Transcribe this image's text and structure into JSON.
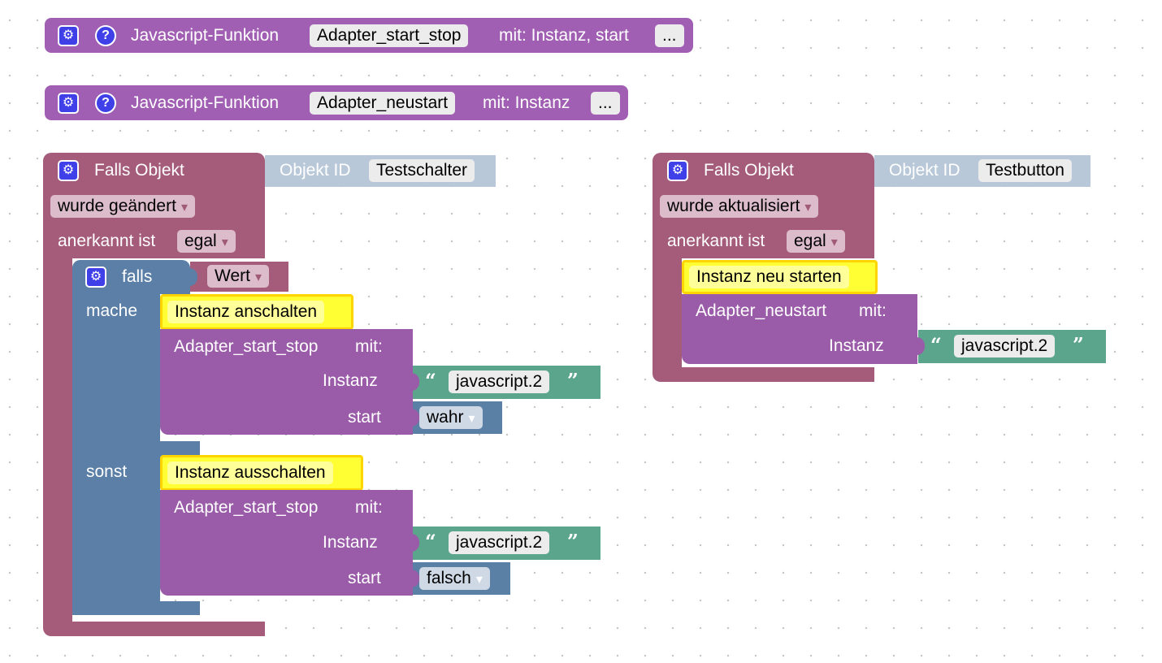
{
  "function_blocks": [
    {
      "prefix": "Javascript-Funktion",
      "name": "Adapter_start_stop",
      "suffix": "mit: Instanz, start",
      "more": "..."
    },
    {
      "prefix": "Javascript-Funktion",
      "name": "Adapter_neustart",
      "suffix": "mit: Instanz",
      "more": "..."
    }
  ],
  "left_event": {
    "title": "Falls Objekt",
    "objekt_label": "Objekt ID",
    "objekt_value": "Testschalter",
    "trigger": "wurde geändert",
    "ack_label": "anerkannt ist",
    "ack_value": "egal",
    "if_block": {
      "falls_label": "falls",
      "condition": "Wert",
      "mache_label": "mache",
      "sonst_label": "sonst",
      "then_comment": "Instanz anschalten",
      "else_comment": "Instanz ausschalten",
      "then_call": {
        "name": "Adapter_start_stop",
        "mit": "mit:",
        "param1": "Instanz",
        "value1": "javascript.2",
        "param2": "start",
        "value2": "wahr"
      },
      "else_call": {
        "name": "Adapter_start_stop",
        "mit": "mit:",
        "param1": "Instanz",
        "value1": "javascript.2",
        "param2": "start",
        "value2": "falsch"
      }
    }
  },
  "right_event": {
    "title": "Falls Objekt",
    "objekt_label": "Objekt ID",
    "objekt_value": "Testbutton",
    "trigger": "wurde aktualisiert",
    "ack_label": "anerkannt ist",
    "ack_value": "egal",
    "comment": "Instanz neu starten",
    "call": {
      "name": "Adapter_neustart",
      "mit": "mit:",
      "param1": "Instanz",
      "value1": "javascript.2"
    }
  },
  "icons": {
    "gear": "gear-icon",
    "help": "help-icon",
    "open_quote": "“",
    "close_quote": "”"
  },
  "colors": {
    "function": "#a15fb3",
    "event": "#a55b7a",
    "if": "#5b7fa6",
    "procedure": "#9a5ba8",
    "string": "#5ba58c",
    "boolean": "#5b80a5",
    "comment": "#ffff33",
    "objekt_id": "#b8c8d8",
    "icon": "#4040e8"
  }
}
